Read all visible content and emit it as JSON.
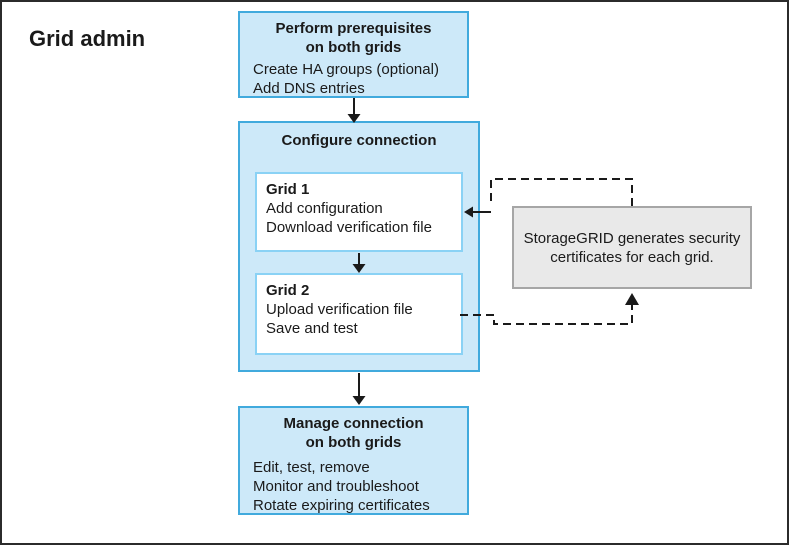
{
  "title": "Grid admin",
  "prerequisites_box": {
    "heading": [
      "Perform prerequisites",
      "on both grids"
    ],
    "items": [
      "Create HA groups (optional)",
      "Add DNS entries"
    ]
  },
  "configure_box": {
    "heading": "Configure connection",
    "grid1": {
      "heading": "Grid 1",
      "items": [
        "Add configuration",
        "Download verification file"
      ]
    },
    "grid2": {
      "heading": "Grid 2",
      "items": [
        "Upload verification file",
        "Save and test"
      ]
    }
  },
  "manage_box": {
    "heading": [
      "Manage connection",
      "on both grids"
    ],
    "items": [
      "Edit, test, remove",
      "Monitor and troubleshoot",
      "Rotate expiring certificates"
    ]
  },
  "note_box": {
    "text": [
      "StorageGRID generates security",
      "certificates for each grid."
    ]
  },
  "colors": {
    "process_box_fill": "#cde9f9",
    "process_box_border": "#41aadd",
    "inner_box_border": "#8ad2f5",
    "note_fill": "#e9e9e9",
    "note_border": "#a6a6a6",
    "connector": "#1a1a1a",
    "frame_border": "#2b2b2b"
  }
}
